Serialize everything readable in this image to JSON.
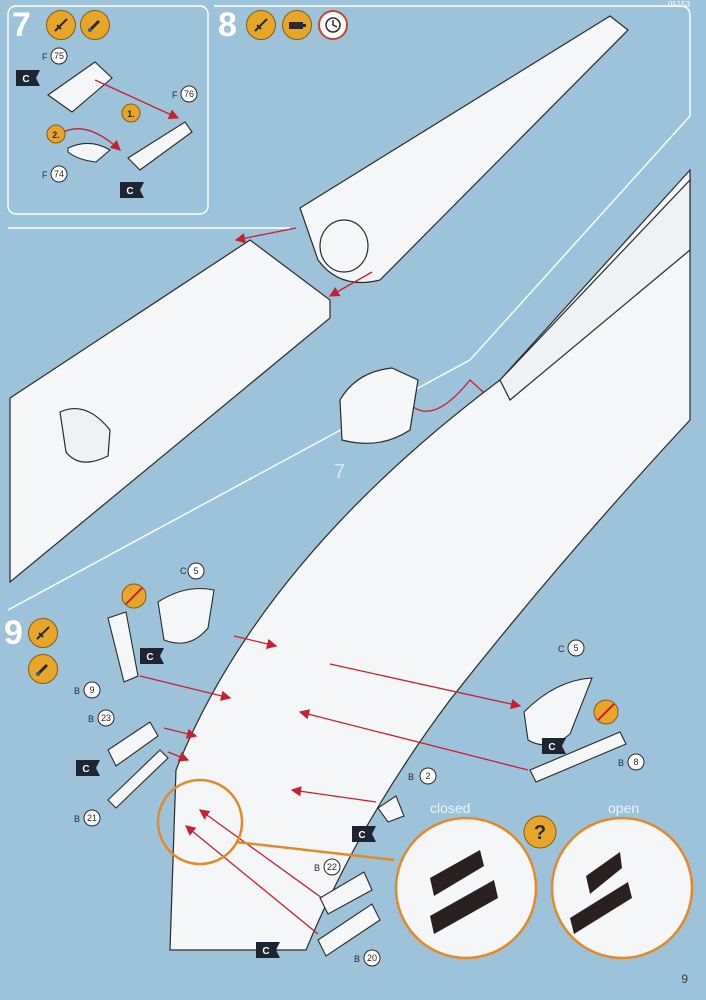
{
  "page": {
    "code": "05153",
    "number": "9",
    "colors": {
      "background": "#9dc3db",
      "panel_line": "#ffffff",
      "arrow": "#c8202e",
      "tool_icon": "#e8a628",
      "callout": "#e08a2a"
    }
  },
  "steps": [
    {
      "number": "7",
      "icons": [
        "cutter-icon",
        "glue-brush-icon"
      ],
      "parts": [
        {
          "sprue": "F",
          "part": "75"
        },
        {
          "sprue": "F",
          "part": "76"
        },
        {
          "sprue": "F",
          "part": "74"
        }
      ],
      "order_labels": [
        "1.",
        "2."
      ],
      "color_flag": "C"
    },
    {
      "number": "8",
      "icons": [
        "cutter-icon",
        "glue-tube-icon",
        "clock-icon"
      ],
      "ref_label": "7"
    },
    {
      "number": "9",
      "icons": [
        "cutter-icon",
        "glue-brush-icon"
      ],
      "parts": [
        {
          "sprue": "C",
          "part": "5"
        },
        {
          "sprue": "B",
          "part": "9"
        },
        {
          "sprue": "B",
          "part": "23"
        },
        {
          "sprue": "B",
          "part": "21"
        },
        {
          "sprue": "C",
          "part": "5"
        },
        {
          "sprue": "B",
          "part": "8"
        },
        {
          "sprue": "B",
          "part": "2"
        },
        {
          "sprue": "B",
          "part": "22"
        },
        {
          "sprue": "B",
          "part": "20"
        }
      ],
      "color_flag": "C",
      "detail_views": {
        "closed": "closed",
        "open": "open",
        "choice_icon": "?"
      }
    }
  ]
}
